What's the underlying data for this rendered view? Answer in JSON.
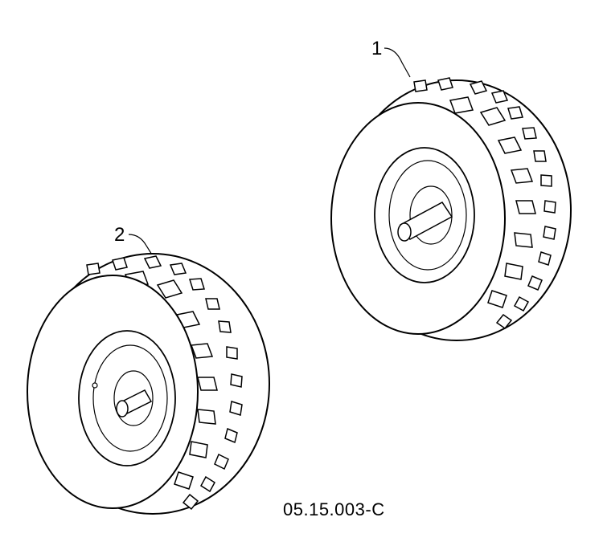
{
  "callouts": [
    {
      "label": "1",
      "part": "wheel-with-axle"
    },
    {
      "label": "2",
      "part": "wheel"
    }
  ],
  "drawing_code": "05.15.003-C",
  "colors": {
    "line": "#000000",
    "background": "#ffffff"
  }
}
